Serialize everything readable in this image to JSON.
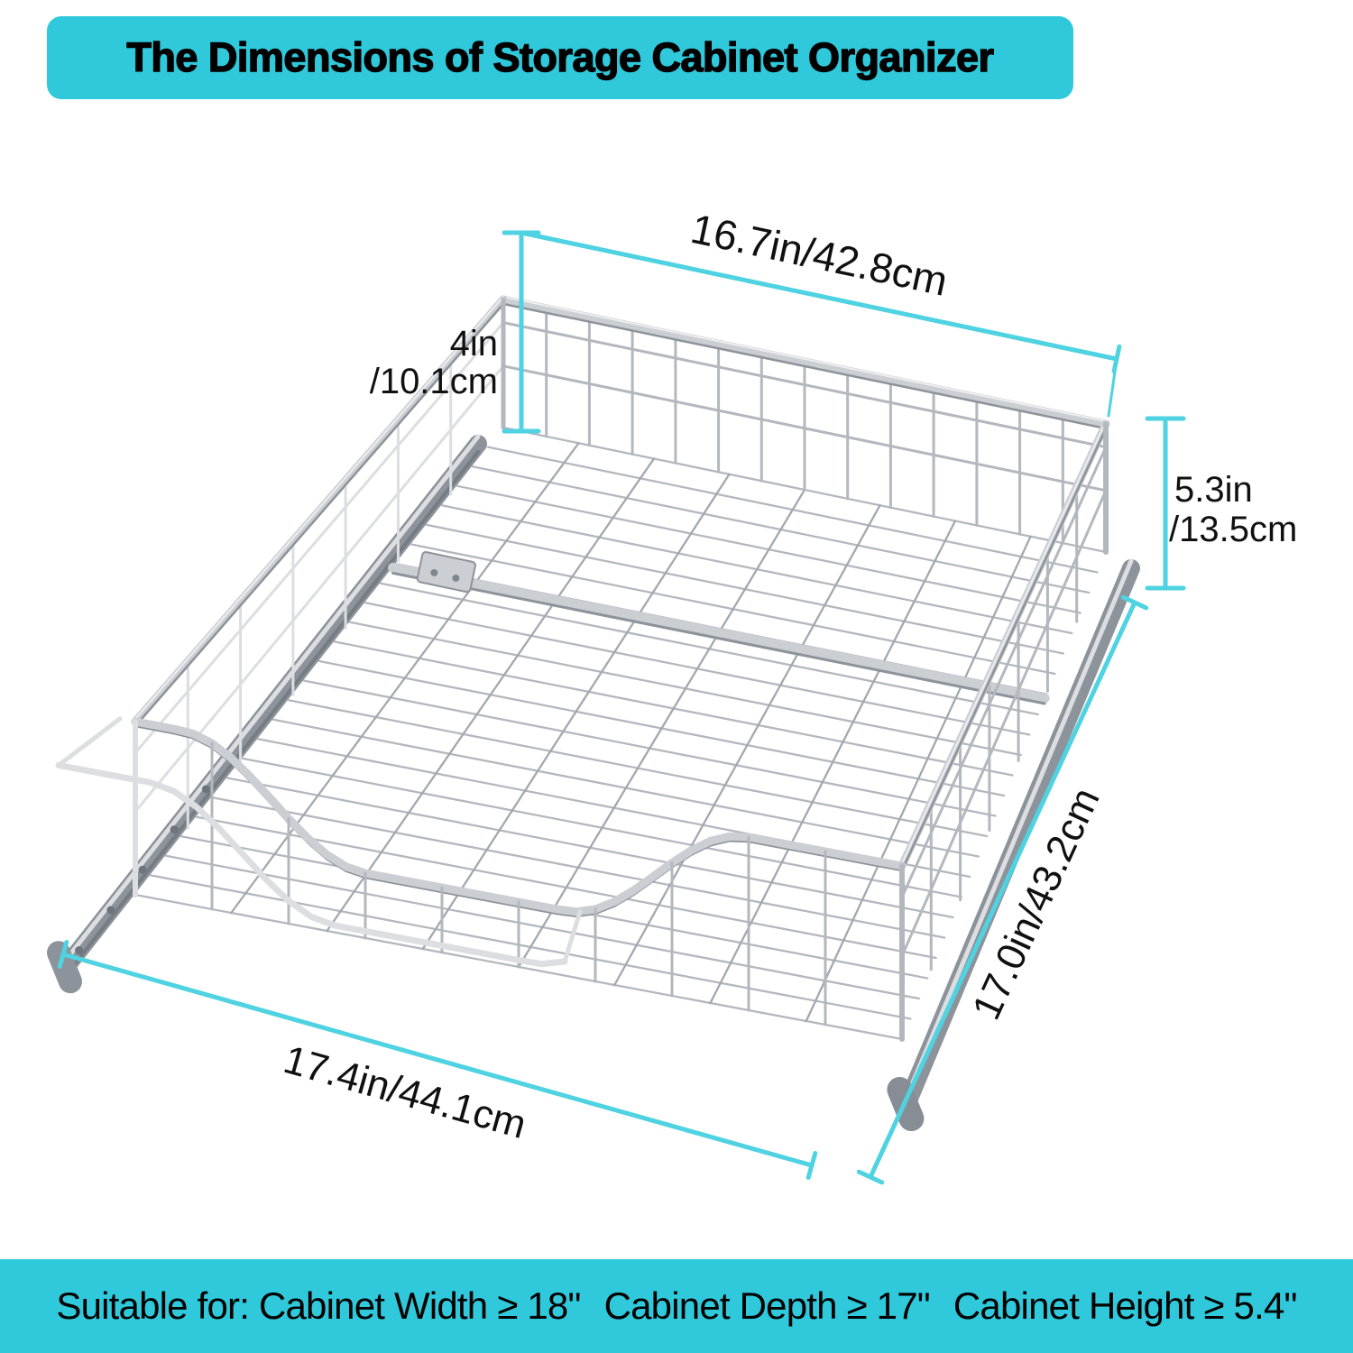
{
  "header": {
    "title": "The Dimensions of Storage Cabinet Organizer"
  },
  "dimensions": {
    "top_width": "16.7in/42.8cm",
    "rear_height": {
      "line1": "4in",
      "line2": "/10.1cm"
    },
    "basket_height": {
      "line1": "5.3in",
      "line2": "/13.5cm"
    },
    "depth": "17.0in/43.2cm",
    "front_width": "17.4in/44.1cm"
  },
  "footer": {
    "segments": [
      "Suitable for: Cabinet Width ≥ 18\"",
      "Cabinet Depth ≥ 17\"",
      "Cabinet Height ≥ 5.4\""
    ]
  },
  "colors": {
    "banner_bg": "#2FC9DB",
    "dimension_line": "#4FD2E1",
    "text": "#000000",
    "metal_bright": "#CBCFD4",
    "metal_light": "#DCDEE1",
    "metal_mid": "#B3B8BE",
    "metal_dark": "#8D939A"
  }
}
